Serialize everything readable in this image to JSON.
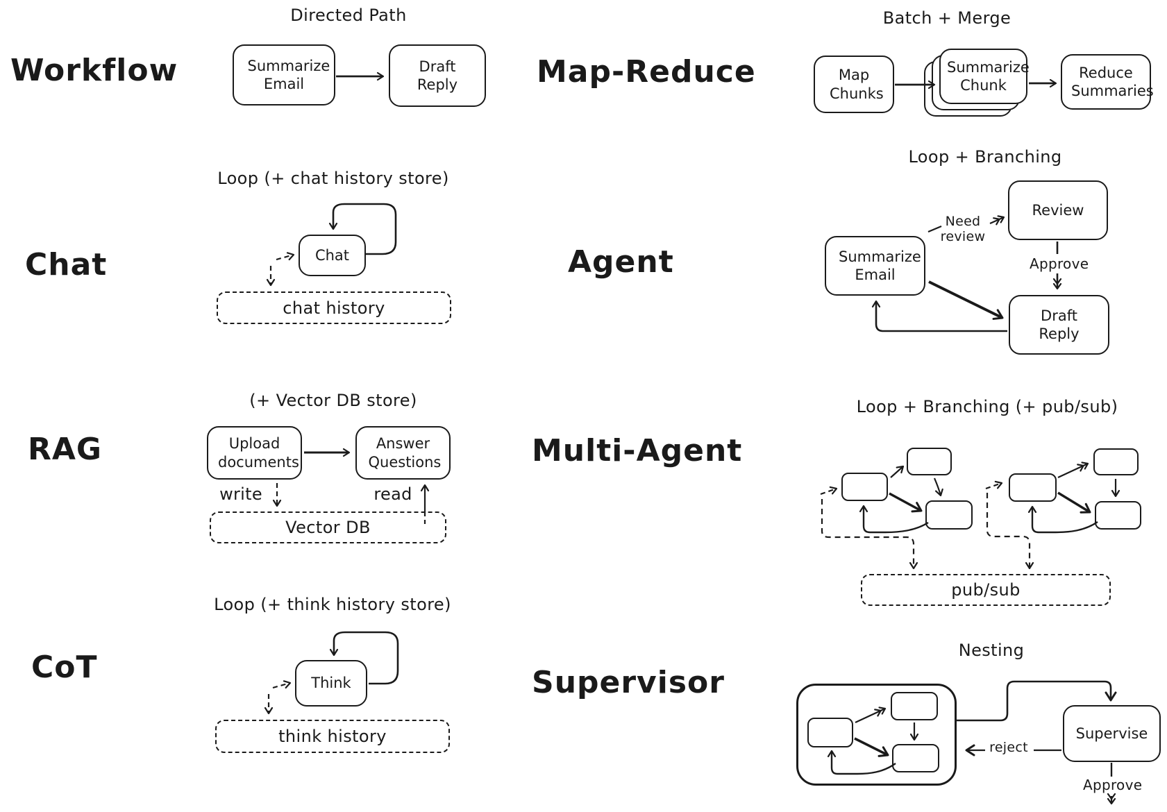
{
  "colors": {
    "ink": "#1a1a1a",
    "background": "#ffffff"
  },
  "sections": {
    "workflow": {
      "label": "Workflow",
      "pattern_title": "Directed Path",
      "nodes": {
        "summarize_email": "Summarize Email",
        "draft_reply": "Draft Reply"
      }
    },
    "map_reduce": {
      "label": "Map-Reduce",
      "pattern_title": "Batch + Merge",
      "nodes": {
        "map_chunks": "Map Chunks",
        "summarize_chunk": "Summarize Chunk",
        "reduce_summaries": "Reduce Summaries"
      }
    },
    "chat": {
      "label": "Chat",
      "pattern_title": "Loop (+ chat history store)",
      "nodes": {
        "chat": "Chat",
        "chat_history": "chat history"
      }
    },
    "agent": {
      "label": "Agent",
      "pattern_title": "Loop + Branching",
      "nodes": {
        "summarize_email": "Summarize Email",
        "review": "Review",
        "draft_reply": "Draft Reply"
      },
      "edge_labels": {
        "need_review": "Need review",
        "approve": "Approve"
      }
    },
    "rag": {
      "label": "RAG",
      "pattern_title": "(+ Vector DB store)",
      "nodes": {
        "upload_documents": "Upload documents",
        "answer_questions": "Answer Questions",
        "vector_db": "Vector DB"
      },
      "edge_labels": {
        "write": "write",
        "read": "read"
      }
    },
    "multi_agent": {
      "label": "Multi-Agent",
      "pattern_title": "Loop + Branching (+ pub/sub)",
      "nodes": {
        "pub_sub": "pub/sub"
      }
    },
    "cot": {
      "label": "CoT",
      "pattern_title": "Loop (+ think history store)",
      "nodes": {
        "think": "Think",
        "think_history": "think history"
      }
    },
    "supervisor": {
      "label": "Supervisor",
      "pattern_title": "Nesting",
      "nodes": {
        "supervise": "Supervise"
      },
      "edge_labels": {
        "reject": "reject",
        "approve": "Approve"
      }
    }
  }
}
